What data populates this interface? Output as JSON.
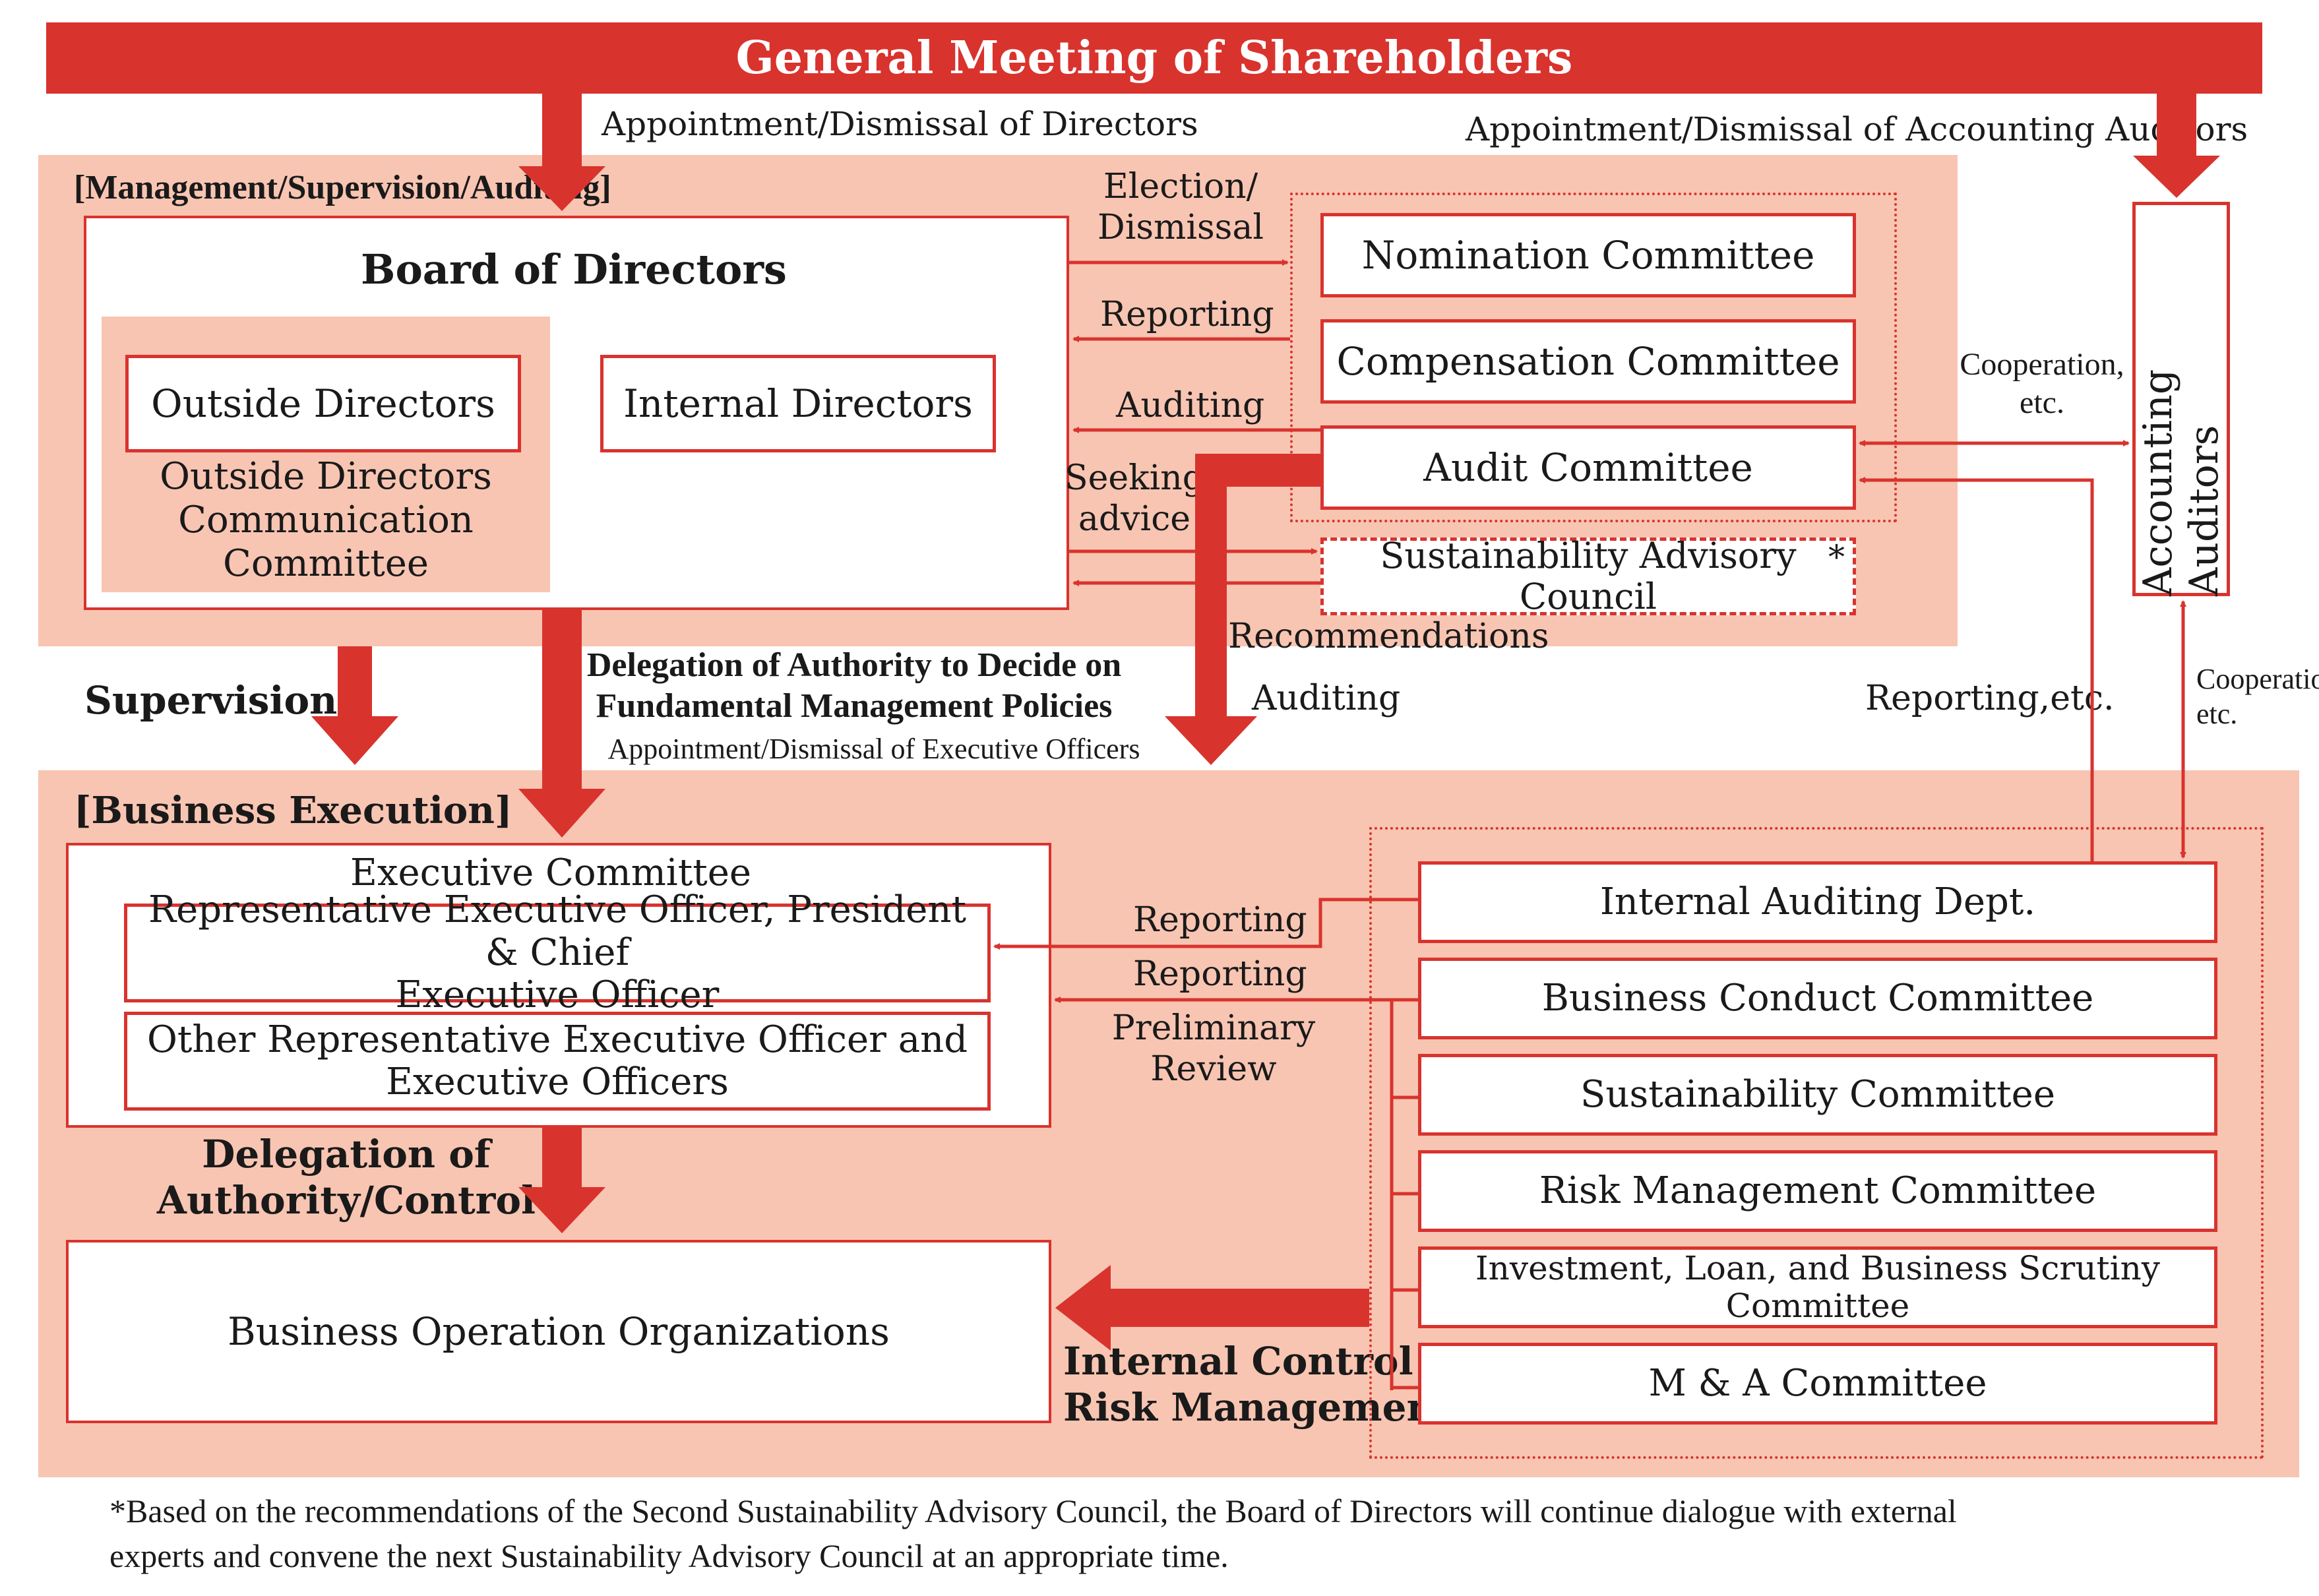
{
  "header": {
    "title": "General Meeting of Shareholders"
  },
  "top_labels": {
    "appoint_directors": "Appointment/Dismissal of Directors",
    "appoint_auditors": "Appointment/Dismissal of Accounting Auditors"
  },
  "management_zone": {
    "title": "[Management/Supervision/Auditing]",
    "board": {
      "title": "Board of Directors",
      "outside_directors": "Outside Directors",
      "outside_council_line1": "Outside Directors",
      "outside_council_line2": "Communication",
      "outside_council_line3": "Committee",
      "internal_directors": "Internal Directors"
    },
    "committees": {
      "nomination": "Nomination Committee",
      "compensation": "Compensation Committee",
      "audit": "Audit Committee",
      "sustainability_council": "Sustainability Advisory Council",
      "asterisk": "*"
    },
    "arrow_labels": {
      "election_line1": "Election/",
      "election_line2": "Dismissal",
      "reporting": "Reporting",
      "auditing": "Auditing",
      "seeking_line1": "Seeking",
      "seeking_line2": "advice",
      "recommendations": "Recommendations"
    }
  },
  "accounting_auditors": "Accounting Auditors",
  "cooperation_top_line1": "Cooperation,",
  "cooperation_top_line2": "etc.",
  "cooperation_right_line1": "Cooperation,",
  "cooperation_right_line2": "etc.",
  "middle_labels": {
    "supervision": "Supervision",
    "delegation_line1": "Delegation of Authority to Decide on",
    "delegation_line2": "Fundamental Management Policies",
    "delegation_line3": "Appointment/Dismissal of Executive Officers",
    "auditing": "Auditing",
    "reporting_etc": "Reporting,etc."
  },
  "business_zone": {
    "title": "[Business Execution]",
    "executive_committee": "Executive Committee",
    "ceo_line1": "Representative Executive Officer, President & Chief",
    "ceo_line2": "Executive Officer",
    "others_line1": "Other Representative Executive Officer and",
    "others_line2": "Executive Officers",
    "delegation_control_line1": "Delegation of",
    "delegation_control_line2": "Authority/Control",
    "operations": "Business Operation Organizations",
    "reporting1": "Reporting",
    "reporting2": "Reporting",
    "preliminary_line1": "Preliminary",
    "preliminary_line2": "Review",
    "internal_control_line1": "Internal Control",
    "internal_control_line2": "Risk Management",
    "right_committees": [
      "Internal Auditing Dept.",
      "Business Conduct Committee",
      "Sustainability Committee",
      "Risk Management Committee",
      "Investment, Loan, and Business Scrutiny Committee",
      "M & A Committee"
    ]
  },
  "footnote": {
    "line1": "*Based on the recommendations of the Second Sustainability Advisory Council, the Board of Directors will continue dialogue with external",
    "line2": "experts and convene the next Sustainability Advisory Council at an appropriate time."
  },
  "colors": {
    "accent": "#d9332e",
    "zone": "#f8c5b2"
  }
}
